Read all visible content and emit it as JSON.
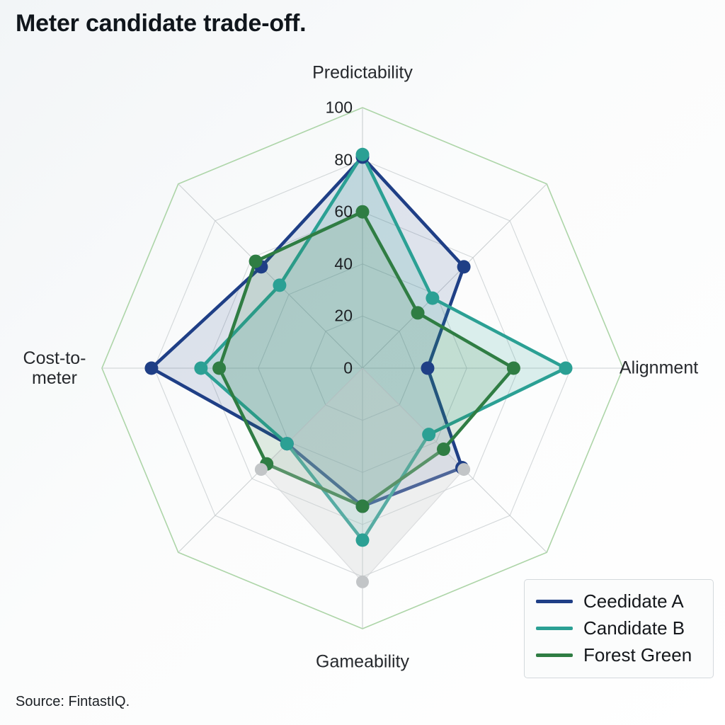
{
  "title": "Meter candidate trade-off.",
  "source": "Source: FintastIQ.",
  "legend": {
    "items": [
      {
        "label": "Ceedidate A",
        "color": "#1f3f86"
      },
      {
        "label": "Candidate B",
        "color": "#2ba094"
      },
      {
        "label": "Forest Green",
        "color": "#2f7d43"
      }
    ]
  },
  "axis_labels": {
    "top": "Predictability",
    "right": "Alignment",
    "bottom": "Gameability",
    "left_line1": "Cost-to-",
    "left_line2": "meter"
  },
  "chart_data": {
    "type": "radar",
    "title": "Meter candidate trade-off.",
    "categories": [
      "Predictability",
      "",
      "Alignment",
      "",
      "Gameability",
      "",
      "Cost-to-meter",
      ""
    ],
    "labeled_axes": [
      "Predictability",
      "Alignment",
      "Gameability",
      "Cost-to-meter"
    ],
    "rlim": [
      0,
      100
    ],
    "rticks": [
      0,
      20,
      40,
      60,
      80,
      100
    ],
    "rtick_labels": [
      "0",
      "20",
      "40",
      "60",
      "80",
      "100"
    ],
    "grid": true,
    "grid_shape": "polygon",
    "legend_position": "lower right",
    "series": [
      {
        "name": "Ceedidate A",
        "color": "#1f3f86",
        "fill": "#1f3f86",
        "fill_opacity": 0.13,
        "values": [
          81,
          55,
          25,
          54,
          53,
          41,
          81,
          55
        ]
      },
      {
        "name": "Candidate B",
        "color": "#2ba094",
        "fill": "#2ba094",
        "fill_opacity": 0.16,
        "values": [
          82,
          38,
          78,
          36,
          66,
          41,
          62,
          45
        ]
      },
      {
        "name": "Forest Green",
        "color": "#2f7d43",
        "fill": "#2f7d43",
        "fill_opacity": 0.14,
        "values": [
          60,
          30,
          58,
          44,
          53,
          52,
          55,
          58
        ]
      },
      {
        "name": "",
        "color": "#c8cbcd",
        "fill": "#c8cbcd",
        "fill_opacity": 0.28,
        "values": [
          0,
          0,
          0,
          55,
          82,
          55,
          0,
          0
        ]
      }
    ],
    "outer_boundary_color": "#a9d3a3"
  }
}
